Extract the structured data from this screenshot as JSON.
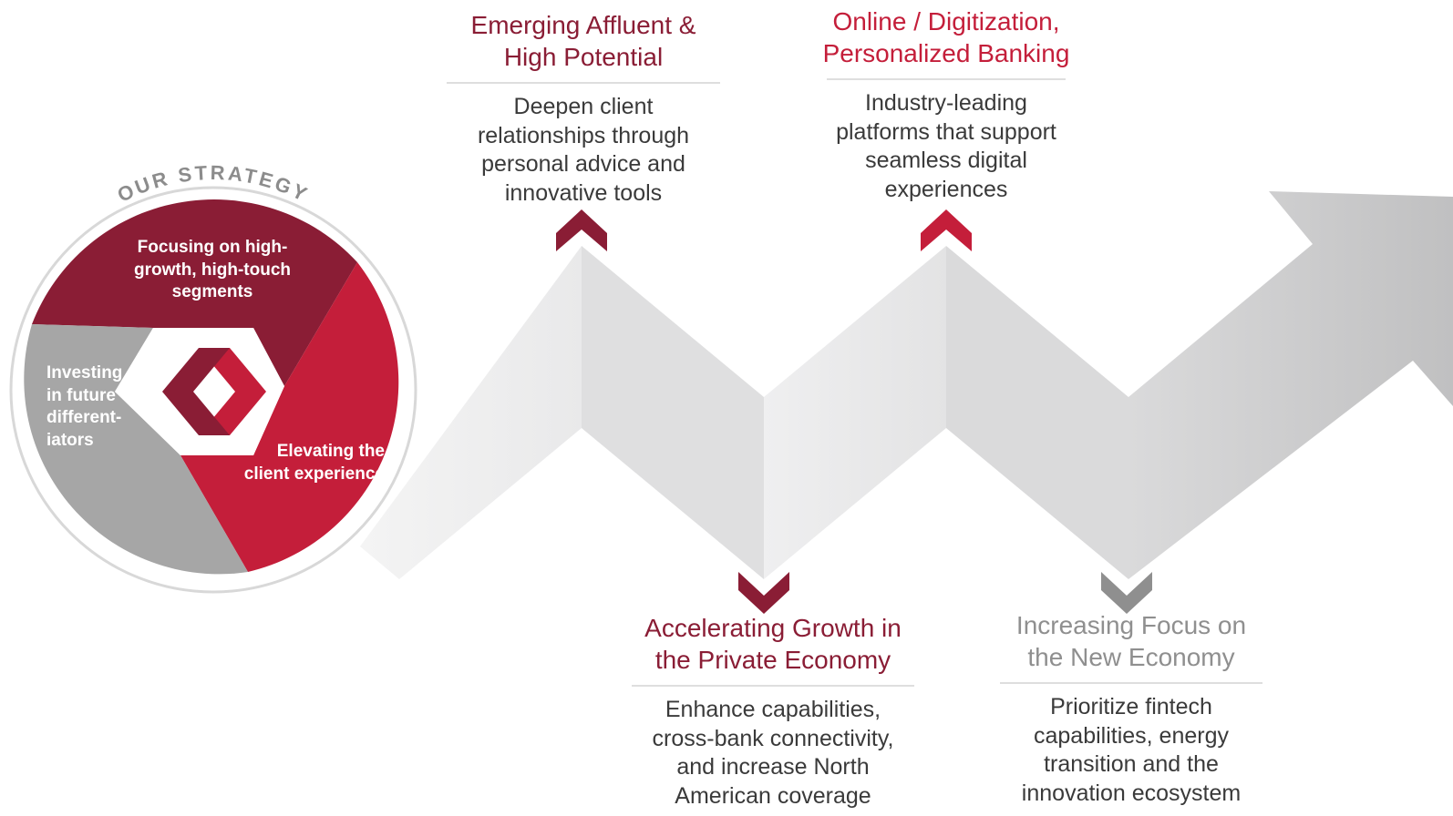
{
  "strategy": {
    "ring_label": "OUR STRATEGY",
    "segments": [
      {
        "label": "Focusing on high-\ngrowth, high-touch\nsegments",
        "color": "#8a1d35"
      },
      {
        "label": "Elevating the\nclient experience",
        "color": "#c41e3a"
      },
      {
        "label": "Investing\nin future\ndifferent-\niators",
        "color": "#a6a6a6"
      }
    ]
  },
  "pillars": [
    {
      "title": "Emerging Affluent &\nHigh Potential",
      "description": "Deepen client\nrelationships through\npersonal advice and\ninnovative tools",
      "marker": "up-chevron",
      "color": "#8a1d35"
    },
    {
      "title": "Accelerating Growth in\nthe Private Economy",
      "description": "Enhance capabilities,\ncross-bank connectivity,\nand increase North\nAmerican coverage",
      "marker": "down-chevron",
      "color": "#8a1d35"
    },
    {
      "title": "Online / Digitization,\nPersonalized Banking",
      "description": "Industry-leading\nplatforms that support\nseamless digital\nexperiences",
      "marker": "up-chevron",
      "color": "#c41e3a"
    },
    {
      "title": "Increasing Focus on\nthe New Economy",
      "description": "Prioritize fintech\ncapabilities, energy\ntransition and the\ninnovation ecosystem",
      "marker": "down-chevron",
      "color": "#8f8f8f"
    }
  ],
  "colors": {
    "maroon": "#8a1d35",
    "red": "#c41e3a",
    "grey": "#a6a6a6",
    "arrow_light": "#efefef",
    "arrow_mid": "#dfdfe0",
    "arrow_dark": "#c2c2c3"
  }
}
